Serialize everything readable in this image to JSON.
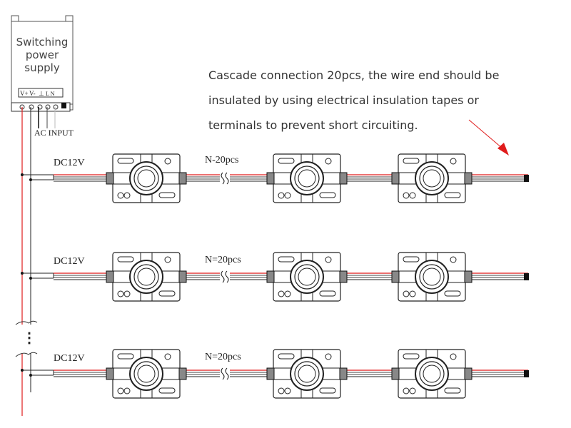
{
  "power_supply": {
    "label_lines": [
      "Switching",
      "power",
      "supply"
    ],
    "terminals": [
      "V+",
      "V-",
      "⊥",
      "L N"
    ],
    "input_label": "AC INPUT"
  },
  "note": {
    "lines": [
      "Cascade connection 20pcs, the wire end should be",
      "insulated by using electrical insulation tapes or",
      "terminals to prevent short circuiting."
    ]
  },
  "rows": [
    {
      "voltage_label": "DC12V",
      "count_label": "N-20pcs",
      "modules": 3
    },
    {
      "voltage_label": "DC12V",
      "count_label": "N=20pcs",
      "modules": 3
    },
    {
      "voltage_label": "DC12V",
      "count_label": "N=20pcs",
      "modules": 3
    }
  ],
  "colors": {
    "positive_wire": "#e01b1b",
    "negative_wire": "#222222",
    "arrow": "#e01b1b"
  },
  "continuation_symbol": "⋮"
}
